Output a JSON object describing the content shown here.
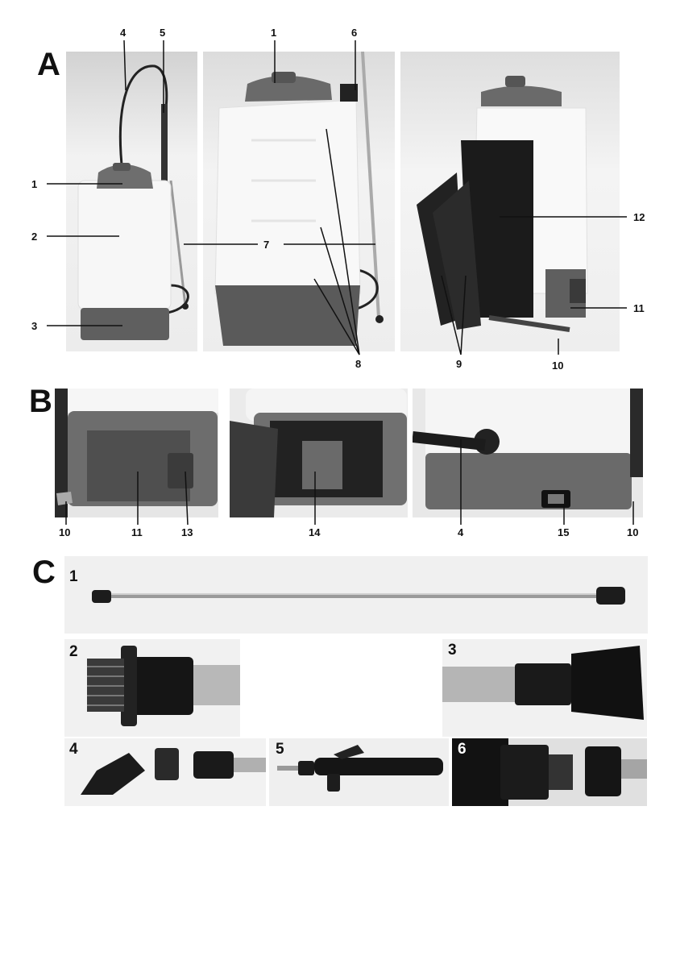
{
  "sections": {
    "a": "A",
    "b": "B",
    "c": "C"
  },
  "callouts_a": {
    "n1a": "1",
    "n2": "2",
    "n3": "3",
    "n4": "4",
    "n5": "5",
    "n1b": "1",
    "n6": "6",
    "n7": "7",
    "n8": "8",
    "n9": "9",
    "n10": "10",
    "n11": "11",
    "n12": "12"
  },
  "callouts_b": {
    "n10a": "10",
    "n11": "11",
    "n13": "13",
    "n14": "14",
    "n4": "4",
    "n15": "15",
    "n10b": "10"
  },
  "parts_c": {
    "p1": "1",
    "p2": "2",
    "p3": "3",
    "p4": "4",
    "p5": "5",
    "p6": "6"
  }
}
